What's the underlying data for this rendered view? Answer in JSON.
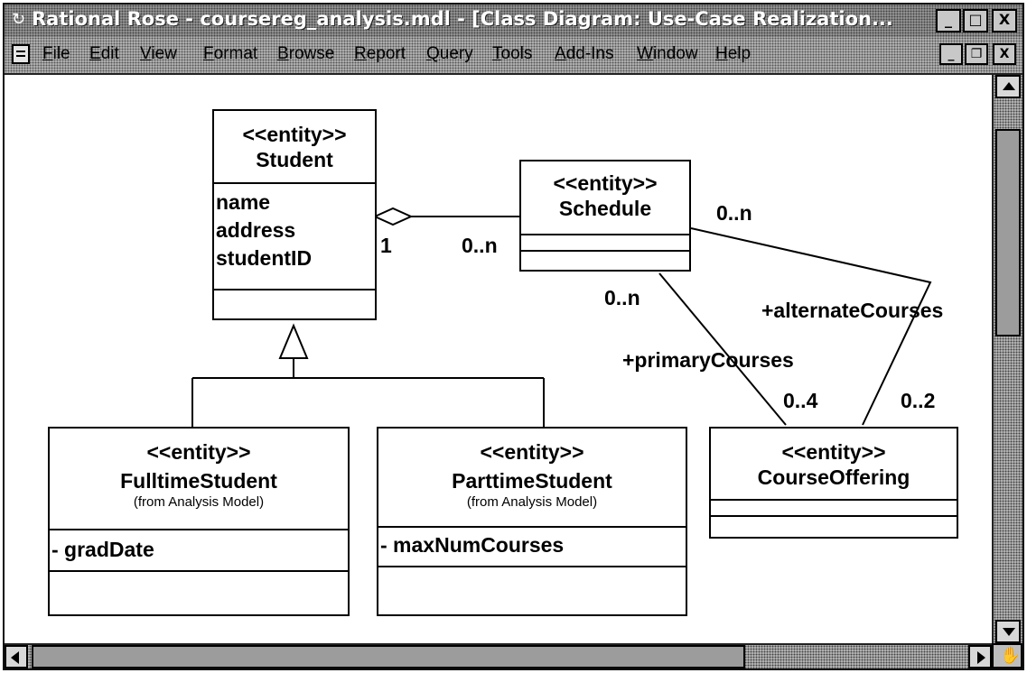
{
  "window": {
    "title": "Rational Rose - coursereg_analysis.mdl - [Class Diagram: Use-Case Realization...",
    "controls": {
      "minimize": "_",
      "maximize": "□",
      "close": "X"
    }
  },
  "menubar": {
    "items": [
      "File",
      "Edit",
      "View",
      "Format",
      "Browse",
      "Report",
      "Query",
      "Tools",
      "Add-Ins",
      "Window",
      "Help"
    ],
    "mdi_controls": {
      "minimize": "_",
      "restore": "❐",
      "close": "X"
    }
  },
  "diagram": {
    "classes": {
      "student": {
        "stereotype": "<<entity>>",
        "name": "Student",
        "attributes": [
          "name",
          "address",
          "studentID"
        ]
      },
      "schedule": {
        "stereotype": "<<entity>>",
        "name": "Schedule"
      },
      "fulltime": {
        "stereotype": "<<entity>>",
        "name": "FulltimeStudent",
        "from": "(from Analysis Model)",
        "attributes": [
          "- gradDate"
        ]
      },
      "parttime": {
        "stereotype": "<<entity>>",
        "name": "ParttimeStudent",
        "from": "(from Analysis Model)",
        "attributes": [
          "- maxNumCourses"
        ]
      },
      "courseoffering": {
        "stereotype": "<<entity>>",
        "name": "CourseOffering"
      }
    },
    "labels": {
      "student_mult": "1",
      "schedule_mult_left": "0..n",
      "schedule_mult_right": "0..n",
      "schedule_mult_bottom": "0..n",
      "alternate_role": "+alternateCourses",
      "primary_role": "+primaryCourses",
      "primary_mult": "0..4",
      "alternate_mult": "0..2"
    }
  }
}
